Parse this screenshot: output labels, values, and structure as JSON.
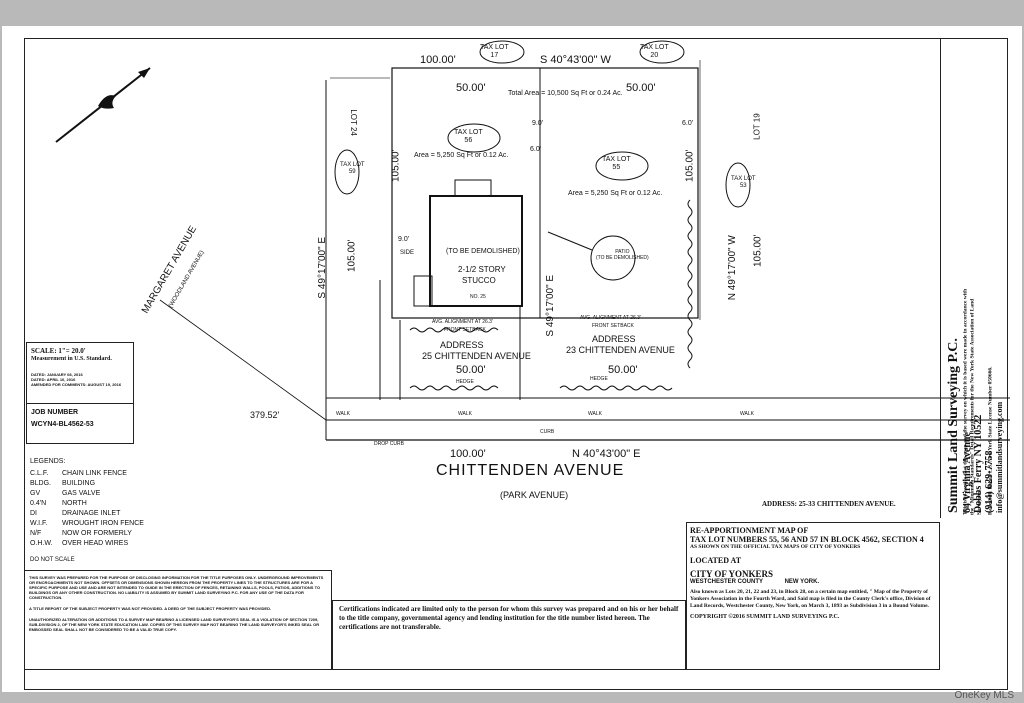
{
  "plan": {
    "tax_lot_17": "TAX LOT\n17",
    "tax_lot_20": "TAX LOT\n20",
    "tax_lot_24": "LOT 24",
    "tax_lot_19": "LOT 19",
    "tax_lot_56": "TAX LOT\n56",
    "tax_lot_55": "TAX LOT\n55",
    "tax_lot_59": "TAX LOT\n59",
    "tax_lot_53": "TAX LOT\n53",
    "top_100": "100.00'",
    "top_bearing": "S 40°43'00\" W",
    "top_50_left": "50.00'",
    "top_50_right": "50.00'",
    "total_area": "Total Area = 10,500 Sq Ft or 0.24 Ac.",
    "area_56": "Area = 5,250 Sq Ft or 0.12 Ac.",
    "area_55": "Area = 5,250 Sq Ft or 0.12 Ac.",
    "side_105_1": "105.00'",
    "side_105_2": "105.00'",
    "side_105_3": "105.00'",
    "side_105_4": "105.00'",
    "bearing_left": "S 49°17'00\" E",
    "bearing_mid": "S 49°17'00\" E",
    "bearing_right": "N 49°17'00\" W",
    "house_demolish": "(TO BE DEMOLISHED)",
    "house_story": "2-1/2 STORY",
    "house_material": "STUCCO",
    "house_no": "NO. 25",
    "patio": "PATIO\n(TO BE DEMOLISHED)",
    "address_25_label": "ADDRESS",
    "address_25": "25 CHITTENDEN AVENUE",
    "address_23_label": "ADDRESS",
    "address_23": "23 CHITTENDEN AVENUE",
    "avg_align_left": "AVG. ALIGNMENT AT 26.3'",
    "front_setback_left": "FRONT SETBACK",
    "avg_align_right": "AVG. ALIGNMENT AT 26.3'",
    "front_setback_right": "FRONT SETBACK",
    "bottom_50_left": "50.00'",
    "bottom_50_right": "50.00'",
    "bottom_100": "100.00'",
    "bottom_bearing": "N 40°43'00\" E",
    "street": "CHITTENDEN AVENUE",
    "street_alt": "(PARK AVENUE)",
    "margaret": "MARGARET AVENUE",
    "margaret_alt": "(WOODLAND AVENUE)",
    "dist_379": "379.52'",
    "dim_9_0": "9.0'",
    "dim_6_0": "6.0'",
    "walk": "WALK",
    "curb": "CURB",
    "hedge": "HEDGE",
    "side_label": "SIDE",
    "drop_curb": "DROP CURB"
  },
  "scale_box": {
    "scale": "SCALE: 1\"= 20.0'",
    "measurement": "Measurement in U.S. Standard.",
    "dated_lines": [
      "DATED: JANUARY 08, 2016",
      "DATED: APRIL 10, 2016",
      "AMENDED FOR COMMENTS: AUGUST 19, 2016"
    ],
    "job_number_label": "JOB NUMBER",
    "job_number": "WCYN4-BL4562-53"
  },
  "legends": {
    "title": "LEGENDS:",
    "items": [
      {
        "abbr": "C.L.F.",
        "desc": "CHAIN LINK FENCE"
      },
      {
        "abbr": "BLDG.",
        "desc": "BUILDING"
      },
      {
        "abbr": "GV",
        "desc": "GAS VALVE"
      },
      {
        "abbr": "0.4'N",
        "desc": "NORTH"
      },
      {
        "abbr": "DI",
        "desc": "DRAINAGE INLET"
      },
      {
        "abbr": "W.I.F.",
        "desc": "WROUGHT IRON FENCE"
      },
      {
        "abbr": "N/F",
        "desc": "NOW OR FORMERLY"
      },
      {
        "abbr": "O.H.W.",
        "desc": "OVER HEAD WIRES"
      }
    ],
    "not_to_scale": "DO NOT SCALE"
  },
  "notes_box": {
    "p1": "THIS SURVEY WAS PREPARED FOR THE PURPOSE OF DISCLOSING INFORMATION FOR THE TITLE PURPOSES ONLY. UNDERGROUND IMPROVEMENTS OR ENCROACHMENTS NOT SHOWN. OFFSETS OR DIMENSIONS SHOWN HEREON FROM THE PROPERTY LINES TO THE STRUCTURES ARE FOR A SPECIFIC PURPOSE AND USE AND ARE NOT INTENDED TO GUIDE IN THE ERECTION OF FENCES, RETAINING WALLS, POOLS, PATIOS, ADDITIONS TO BUILDINGS OR ANY OTHER CONSTRUCTION. NO LIABILITY IS ASSUMED BY SUMMIT LAND SURVEYING P.C. FOR ANY USE OF THE DATA FOR CONSTRUCTION.",
    "p2": "A TITLE REPORT OF THE SUBJECT PROPERTY WAS NOT PROVIDED. A DEED OF THE SUBJECT PROPERTY WAS PROVIDED.",
    "p3": "UNAUTHORIZED ALTERATION OR ADDITIONS TO A SURVEY MAP BEARING A LICENSED LAND SURVEYOR'S SEAL IS A VIOLATION OF SECTION 7209, SUB-DIVISION 2, OF THE NEW YORK STATE EDUCATION LAW. COPIES OF THIS SURVEY MAP NOT BEARING THE LAND SURVEYOR'S INKED SEAL OR EMBOSSED SEAL SHALL NOT BE CONSIDERED TO BE A VALID TRUE COPY."
  },
  "cert_box": {
    "text": "Certifications indicated are limited only to the person for whom this survey was prepared and on his or her behalf to the title company, governmental agency and lending institution for the title number listed hereon. The certifications are not transferable."
  },
  "title_box": {
    "address": "ADDRESS: 25-33 CHITTENDEN AVENUE.",
    "map_title_1": "RE-APPORTIONMENT MAP OF",
    "map_title_2": "TAX LOT NUMBERS 55, 56 AND 57 IN BLOCK 4562, SECTION 4",
    "map_title_3": "AS SHOWN ON THE OFFICIAL TAX MAPS OF CITY OF YONKERS",
    "located_at": "LOCATED AT",
    "city": "CITY OF YONKERS",
    "county": "WESTCHESTER COUNTY",
    "state": "NEW YORK.",
    "also_known": "Also known as Lots 20, 21, 22 and 23, in Block 28, on a certain map entitled, \" Map of the Property of Yonkers Association in the Fourth Ward, and Said map is filed in the County Clerk's office, Division of Land Records, Westchester County, New York, on March 3, 1893 as Subdivision 3 in a Bound Volume.",
    "copyright": "COPYRIGHT ©2016 SUMMIT LAND SURVEYING P.C."
  },
  "company": {
    "name": "Summit Land Surveying P.C.",
    "street": "64 Virginia Avenue",
    "city": "Dobbs Ferry NY 10522",
    "phone": "(914) 629-7758",
    "email": "info@summitlandsurveying.com",
    "certify": "This is to certify that this map and the survey on which it is based were made in accordance with the \"Minimum Standards\" Detail Requirements for the New York State Association of Land Surveyors.",
    "licensed": "Rakesh R. Bohol, L.S. New York State License Number 050666."
  },
  "watermark": "OneKey MLS"
}
